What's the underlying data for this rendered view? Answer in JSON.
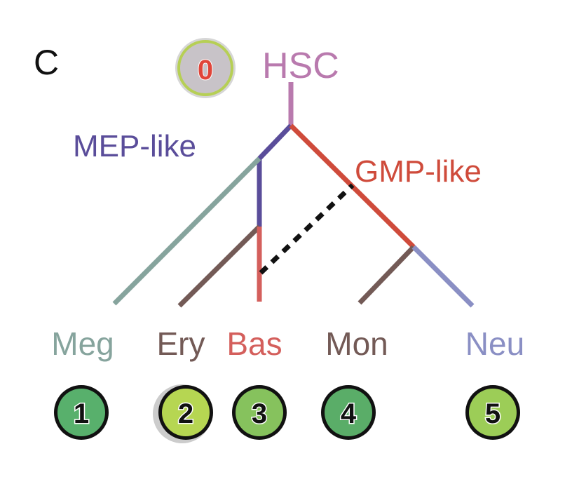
{
  "panel_label": "C",
  "root": {
    "label": "HSC",
    "badge": "0",
    "color": "#b97aae"
  },
  "branches": {
    "mep": {
      "label": "MEP-like",
      "color": "#5a4d9a"
    },
    "gmp": {
      "label": "GMP-like",
      "color": "#cf4b3b"
    }
  },
  "leaves": [
    {
      "label": "Meg",
      "badge": "1",
      "color": "#86a49d",
      "badge_fill": "#58b06c"
    },
    {
      "label": "Ery",
      "badge": "2",
      "color": "#735a56",
      "badge_fill": "#b6d652"
    },
    {
      "label": "Bas",
      "badge": "3",
      "color": "#d45f5c",
      "badge_fill": "#86c25d"
    },
    {
      "label": "Mon",
      "badge": "4",
      "color": "#735a56",
      "badge_fill": "#5aad68"
    },
    {
      "label": "Neu",
      "badge": "5",
      "color": "#8a8fc4",
      "badge_fill": "#9ccd57"
    }
  ],
  "dashed_link": {
    "style": "dotted",
    "color": "#111111"
  }
}
